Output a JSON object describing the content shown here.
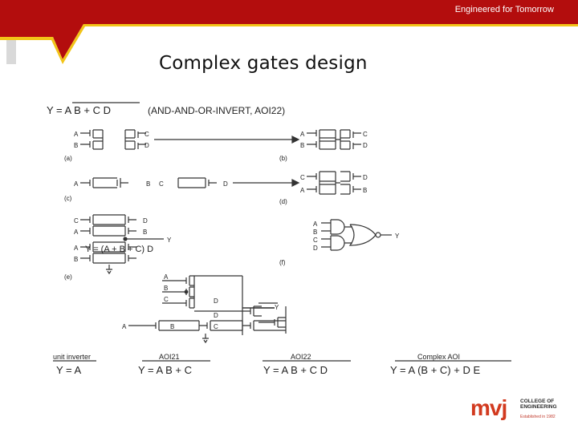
{
  "header": {
    "tagline": "Engineered for Tomorrow",
    "brand_color": "#b30d0d",
    "accent_color": "#f2c418"
  },
  "slide": {
    "title": "Complex gates design"
  },
  "figure": {
    "equation_main": "Y = A B + C D",
    "equation_note": "(AND-AND-OR-INVERT, AOI22)",
    "panel_labels": [
      "(a)",
      "(b)",
      "(c)",
      "(d)",
      "(e)",
      "(f)"
    ],
    "signals": {
      "a": "A",
      "b": "B",
      "c": "C",
      "d": "D",
      "y": "Y"
    },
    "panel_e_expr": "Y = (A + B + C) D",
    "bottom_labels": [
      {
        "name": "unit inverter",
        "formula": "Y = A"
      },
      {
        "name": "AOI21",
        "formula": "Y = A B + C"
      },
      {
        "name": "AOI22",
        "formula": "Y = A B + C D"
      },
      {
        "name": "Complex AOI",
        "formula": "Y = A (B + C) + D E"
      }
    ]
  },
  "logo": {
    "mark": "mvj",
    "line1": "COLLEGE OF",
    "line2": "ENGINEERING",
    "established": "Established in 1982"
  }
}
